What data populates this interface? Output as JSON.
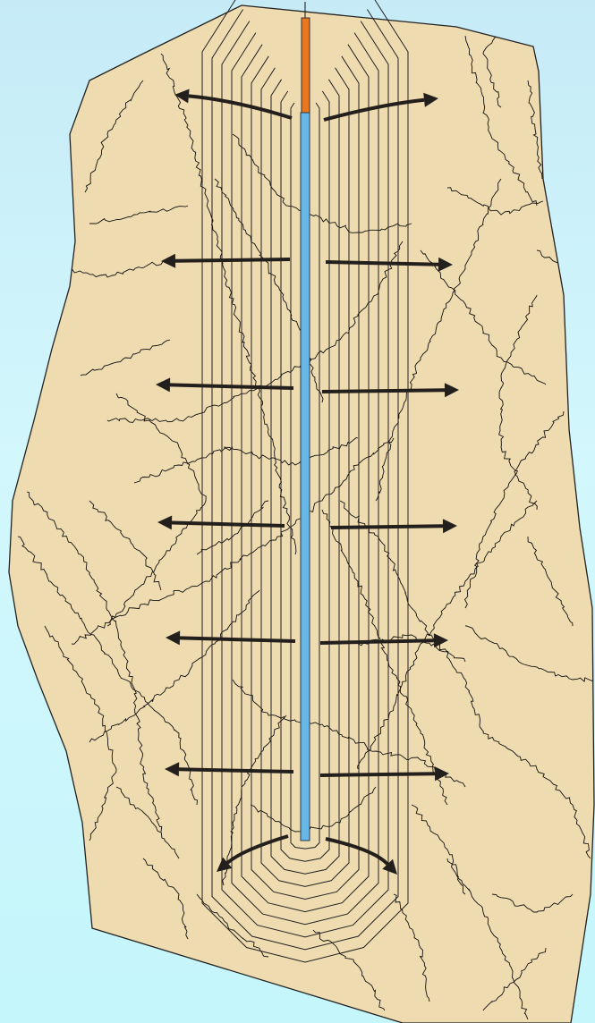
{
  "diagram": {
    "colors": {
      "background": "#c6ebf7",
      "rock_fill": "#efdbb0",
      "rock_outline": "#222222",
      "fractures": "#111111",
      "contours": "#222222",
      "arrows": "#231f1c",
      "wellbore": "#67b8e8",
      "casing": "#e87722"
    },
    "rows_of_flow_arrows": 6,
    "contour_lines_per_side": 10,
    "fracture_cracks": 46
  }
}
